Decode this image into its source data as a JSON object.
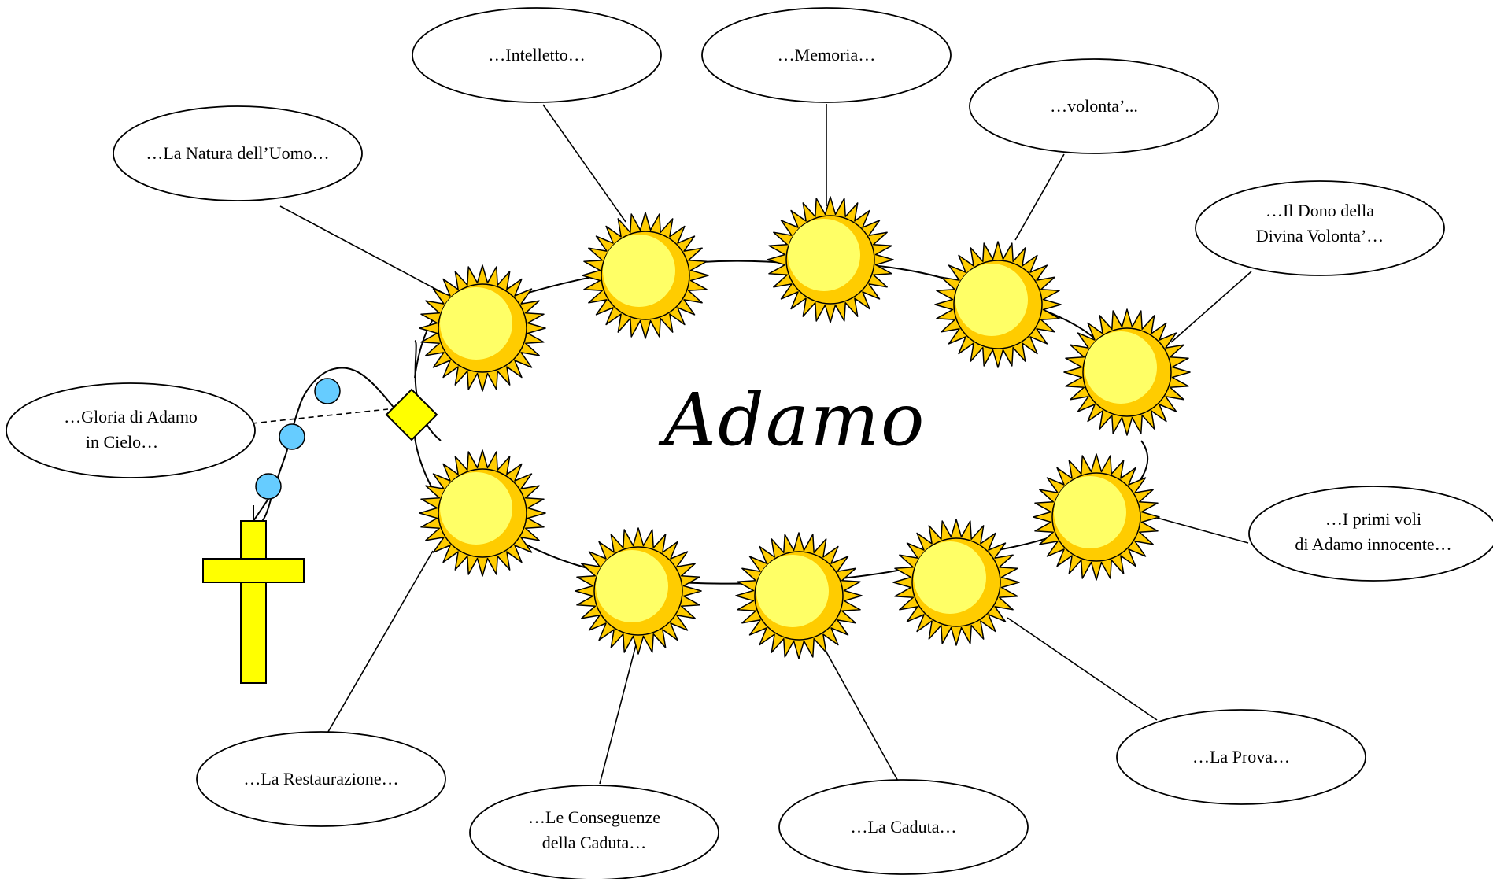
{
  "title": "Adamo",
  "colors": {
    "sun_outer": "#ffcc00",
    "sun_inner": "#ffff66",
    "bead": "#66ccff",
    "cross": "#ffff00",
    "diamond": "#ffff00",
    "stroke": "#000000"
  },
  "labels": {
    "natura": "…La Natura dell’Uomo…",
    "intelletto": "…Intelletto…",
    "memoria": "…Memoria…",
    "volonta": "…volonta’...",
    "dono_1": "…Il Dono della",
    "dono_2": "Divina Volonta’…",
    "primi_voli_1": "…I primi voli",
    "primi_voli_2": "di Adamo innocente…",
    "prova": "…La Prova…",
    "caduta": "…La Caduta…",
    "conseguenze_1": "…Le Conseguenze",
    "conseguenze_2": "della Caduta…",
    "restaurazione": "…La Restaurazione…",
    "gloria_1": "…Gloria di Adamo",
    "gloria_2": "in Cielo…"
  }
}
